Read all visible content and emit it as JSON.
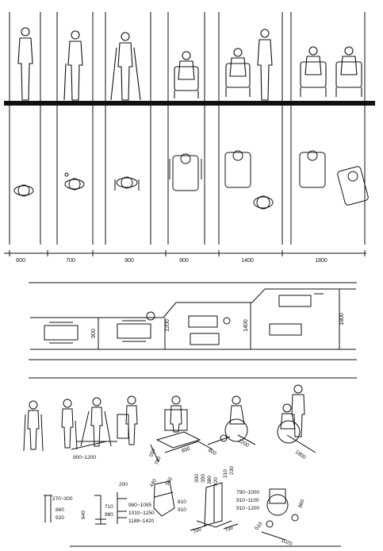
{
  "panel1": {
    "dims": [
      {
        "label": "600"
      },
      {
        "label": "700"
      },
      {
        "label": "900"
      },
      {
        "label": "900"
      },
      {
        "label": "1400"
      },
      {
        "label": "1800"
      }
    ]
  },
  "panel2": {
    "widths": [
      {
        "label": "900"
      },
      {
        "label": "1200"
      },
      {
        "label": "1400"
      },
      {
        "label": "1800"
      }
    ]
  },
  "panel3": {
    "dims": [
      {
        "label": "900~1200"
      },
      {
        "label": "550"
      },
      {
        "label": "750"
      },
      {
        "label": "800"
      },
      {
        "label": "800"
      },
      {
        "label": "1200"
      },
      {
        "label": "1800"
      }
    ]
  },
  "panel4": {
    "crutch": {
      "top": "270~300",
      "mid": "860",
      "bottom": "920"
    },
    "cane": {
      "height": "940"
    },
    "quadcane": {
      "a": "710",
      "b": "960"
    },
    "walker": {
      "top": "200",
      "r1": "980~1095",
      "r2": "1010~1250",
      "r3": "1188~1420"
    },
    "frame": {
      "a": "440",
      "b": "560",
      "c": "810",
      "d": "910",
      "e": "700"
    },
    "stand": {
      "a": "300",
      "b": "350",
      "c": "380",
      "d": "420",
      "e": "210",
      "f": "230",
      "g": "700"
    },
    "wheelchair": {
      "r1": "790~1000",
      "r2": "910~1100",
      "r3": "910~1200",
      "w": "1020",
      "l": "860",
      "s": "510"
    }
  }
}
